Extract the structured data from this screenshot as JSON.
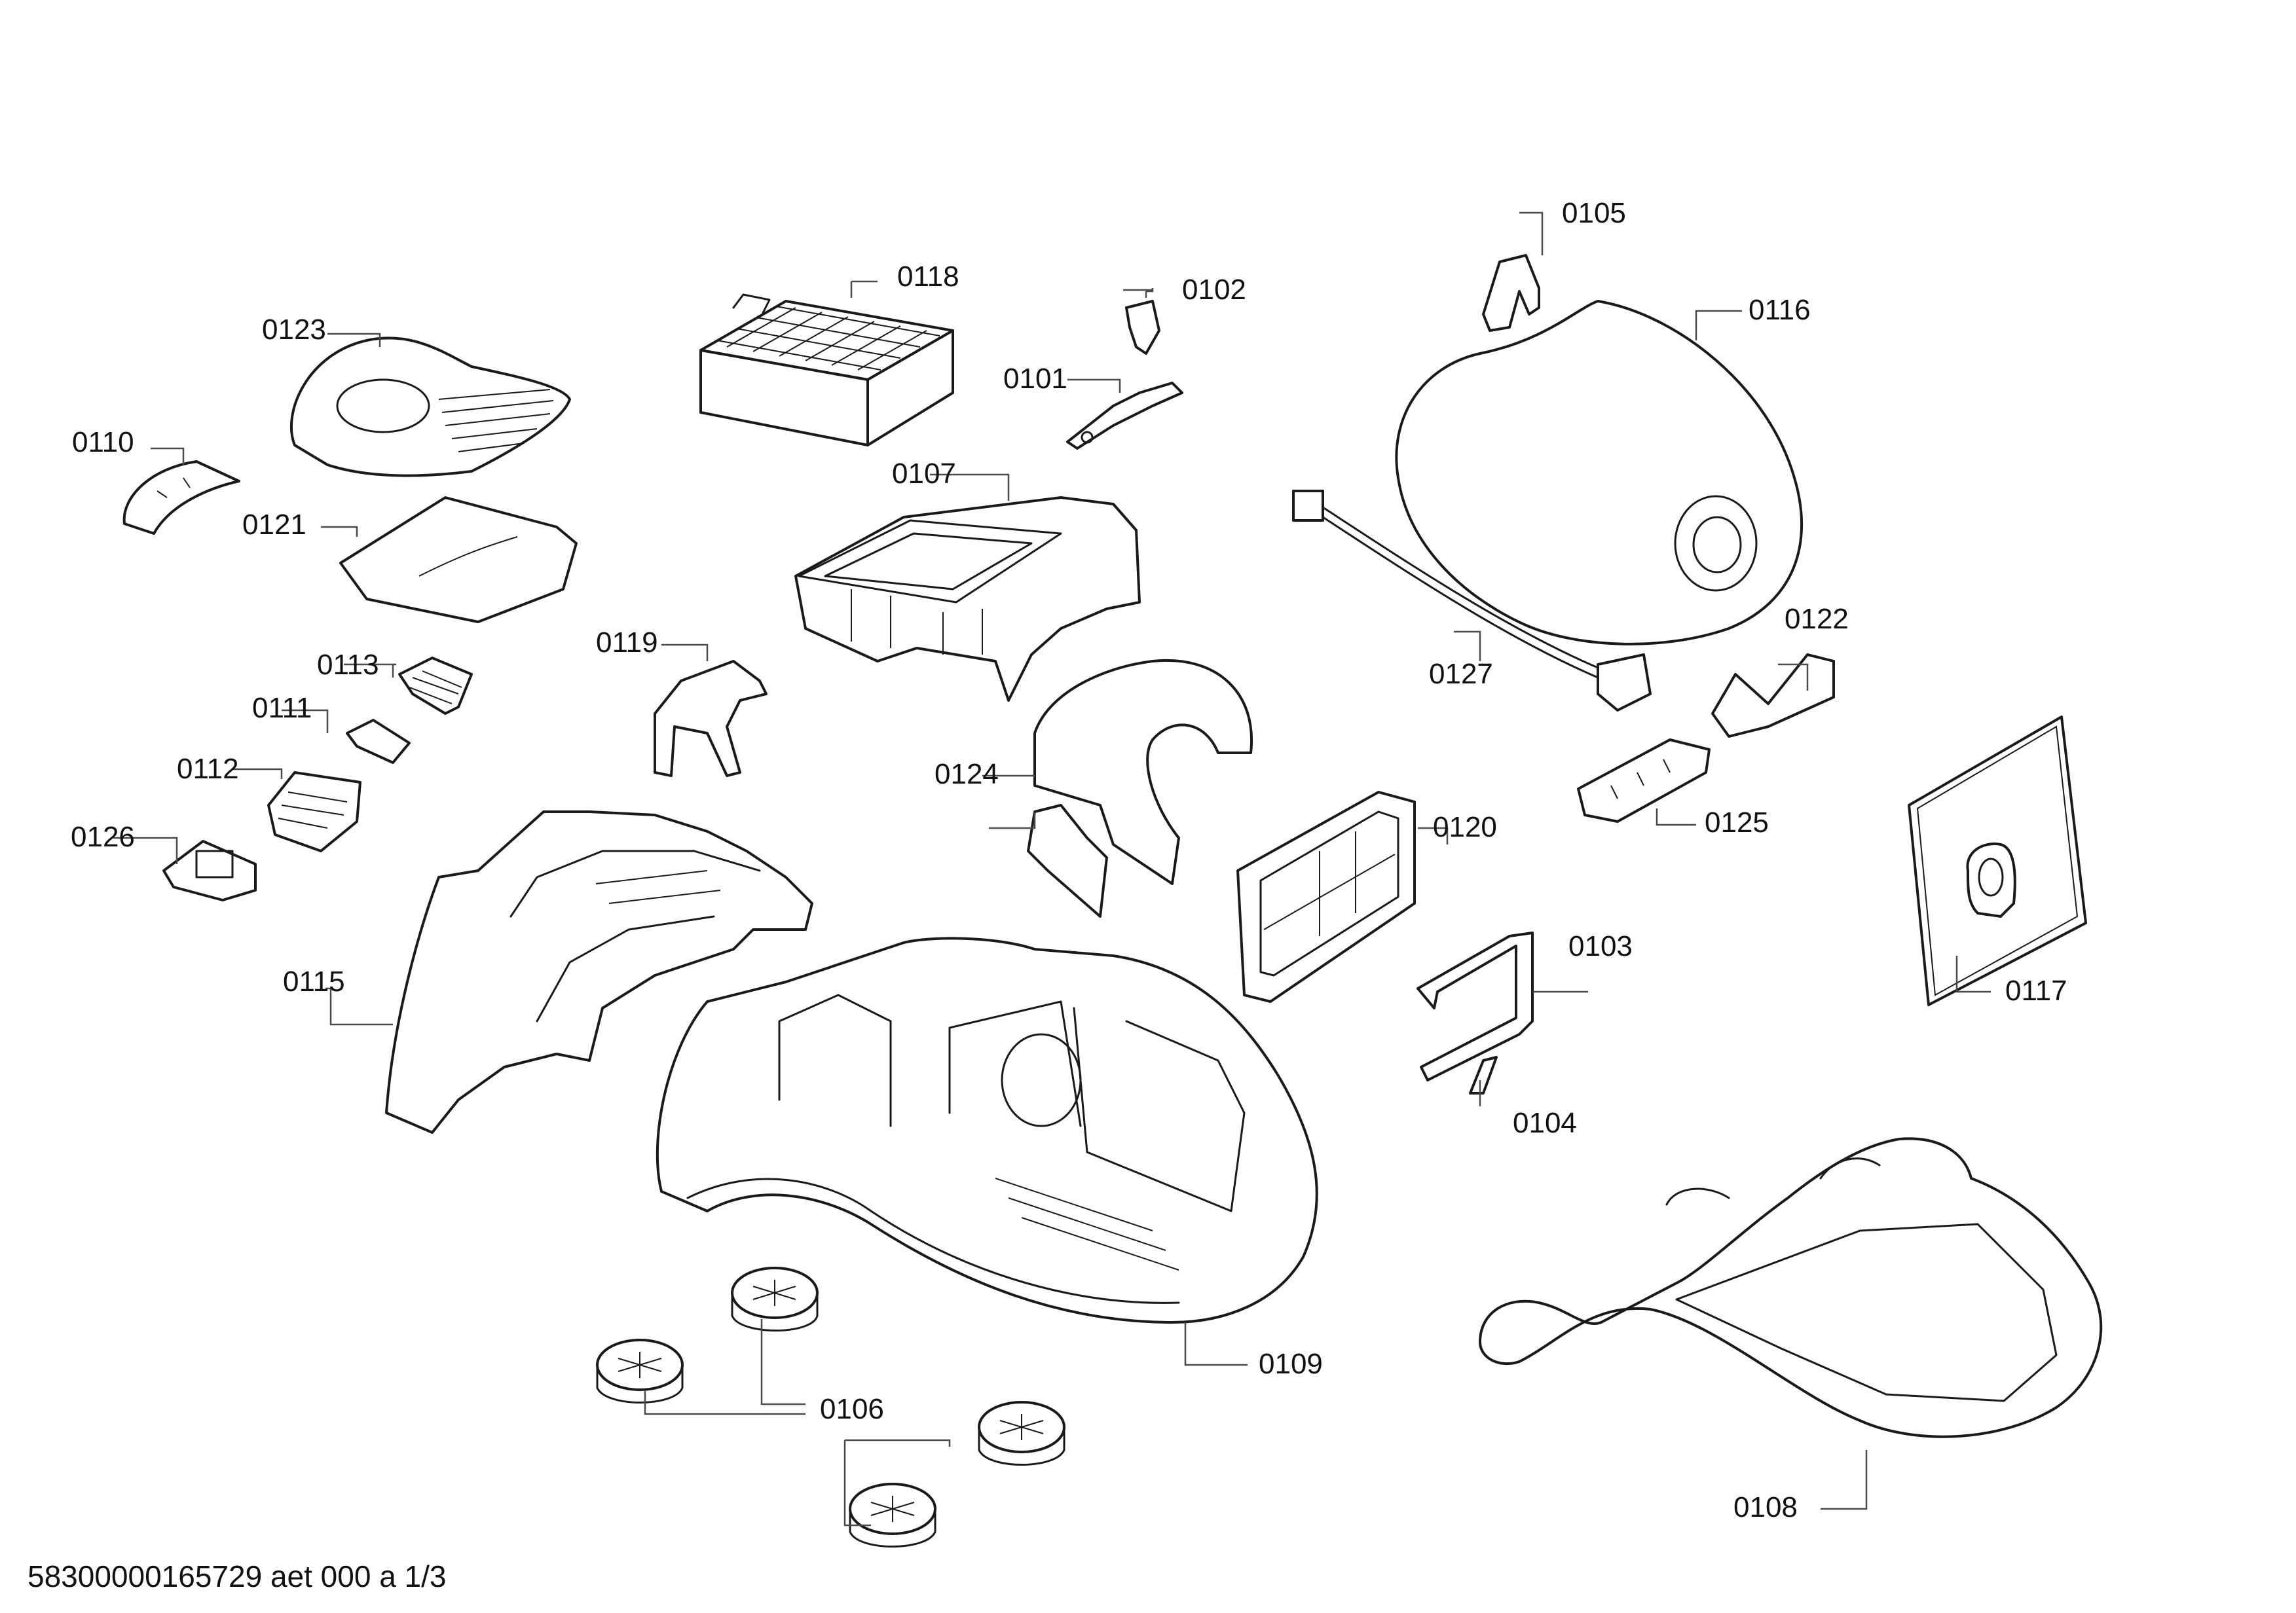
{
  "callouts": {
    "p0101": "0101",
    "p0102": "0102",
    "p0103": "0103",
    "p0104": "0104",
    "p0105": "0105",
    "p0106": "0106",
    "p0107": "0107",
    "p0108": "0108",
    "p0109": "0109",
    "p0110": "0110",
    "p0111": "0111",
    "p0112": "0112",
    "p0113": "0113",
    "p0115": "0115",
    "p0116": "0116",
    "p0117": "0117",
    "p0118": "0118",
    "p0119": "0119",
    "p0120": "0120",
    "p0121": "0121",
    "p0122": "0122",
    "p0123": "0123",
    "p0124": "0124",
    "p0125": "0125",
    "p0126": "0126",
    "p0127": "0127"
  },
  "footer": {
    "document_id": "58300000165729 aet 000 a 1/3"
  }
}
